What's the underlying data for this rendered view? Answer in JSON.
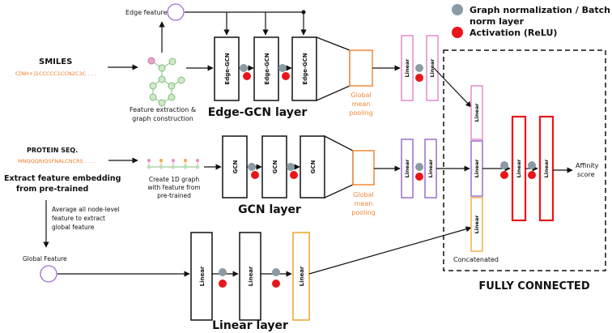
{
  "legend": {
    "norm_label_line1": "Graph normalization / Batch",
    "norm_label_line2": "norm layer",
    "activation_label": "Activation (ReLU)",
    "norm_color": "#8a9ba6",
    "activation_color": "#e8161b"
  },
  "colors": {
    "orange": "#f08a3a",
    "pink": "#e88cc8",
    "purple": "#9a6fd0",
    "yellow": "#f2b24a",
    "red": "#e8161b",
    "black": "#111111",
    "smiles_text": "#f07a2a"
  },
  "inputs": {
    "edge_feature": "Edge feature",
    "smiles_title": "SMILES",
    "smiles_string": "C[NH+]1CCCCC1CCN2C3C . . .",
    "feature_extraction_line1": "Feature extraction &",
    "feature_extraction_line2": "graph construction",
    "protein_title": "PROTEIN SEQ.",
    "protein_string": "MNQQQRIQSFNALCNCRS . . . .",
    "extract_line1": "Extract feature embedding",
    "extract_line2": "from pre-trained",
    "create_line1": "Create 1D graph",
    "create_line2": "with feature from",
    "create_line3": "pre-trained",
    "average_line1": "Average all node-level",
    "average_line2": "feature to extract",
    "average_line3": "global feature",
    "global_feature": "Global Feature"
  },
  "layers": {
    "edge_gcn_label": "Edge-GCN",
    "gcn_label": "GCN",
    "linear_label": "Linear",
    "edge_gcn_title": "Edge-GCN layer",
    "gcn_title": "GCN layer",
    "linear_title": "Linear layer",
    "pool_line1": "Global",
    "pool_line2": "mean",
    "pool_line3": "pooling"
  },
  "fully_connected": {
    "title": "FULLY CONNECTED",
    "concatenated": "Concatenated",
    "output_line1": "Affinity",
    "output_line2": "score"
  }
}
